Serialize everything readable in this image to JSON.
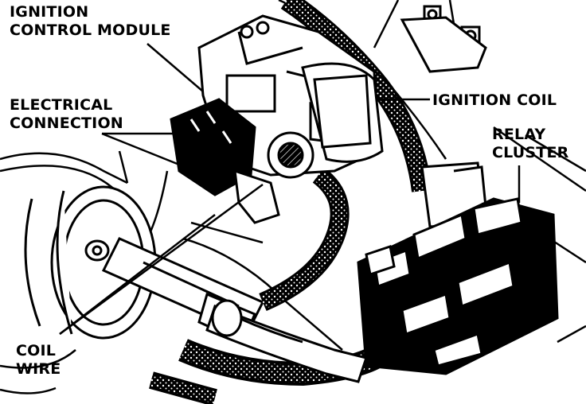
{
  "labels": {
    "ignition_control_module": [
      "IGNITION",
      "CONTROL MODULE"
    ],
    "electrical_connection": [
      "ELECTRICAL",
      "CONNECTION"
    ],
    "ignition_coil": "IGNITION COIL",
    "relay_cluster": [
      "RELAY",
      "CLUSTER"
    ],
    "coil_wire": [
      "COIL",
      "WIRE"
    ]
  },
  "colors": {
    "ink": "#000000",
    "paper": "#ffffff"
  }
}
